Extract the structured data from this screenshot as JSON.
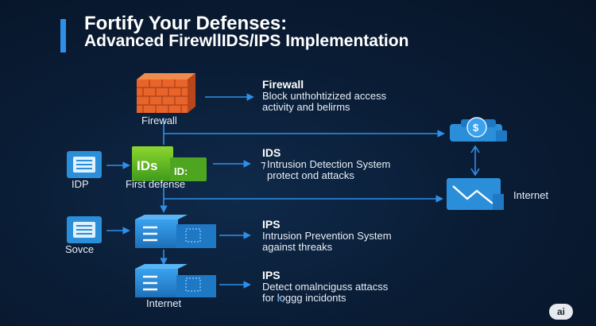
{
  "title": {
    "line1": "Fortify Your Defenses:",
    "line2": "Advanced FirewllIDS/IPS Implementation"
  },
  "nodes": {
    "firewall_label": "Firewall",
    "idp_label": "IDP",
    "first_defense_label": "First defense",
    "internet_right_label": "Internet",
    "source_label": "Sovce",
    "internet_bottom_label": "Internet",
    "ids_badge_text": "IDs",
    "ids_badge_small": "ID:"
  },
  "descriptions": [
    {
      "heading": "Firewall",
      "text": "Block unthohtizized access\nactivity and belirms"
    },
    {
      "heading": "IDS",
      "text": "Intrusion Detection System\nprotect ond attacks",
      "marker": "⁊"
    },
    {
      "heading": "IPS",
      "text": "Intrusion Prevention System\nagainst threaks"
    },
    {
      "heading": "IPS",
      "text": "Detect omalnciguss attacss\nfor loggg incidonts",
      "marker": "↖"
    }
  ],
  "badge": "ai",
  "colors": {
    "background": "#0a1d36",
    "accent_blue": "#2f8fe8",
    "firewall_orange": "#e8642a",
    "ids_green": "#5fbf2a",
    "server_blue": "#2a8fd8"
  },
  "icons": [
    "brick-wall-icon",
    "document-icon",
    "ids-box-icon",
    "server-icon",
    "cloud-money-icon",
    "network-graph-icon"
  ]
}
